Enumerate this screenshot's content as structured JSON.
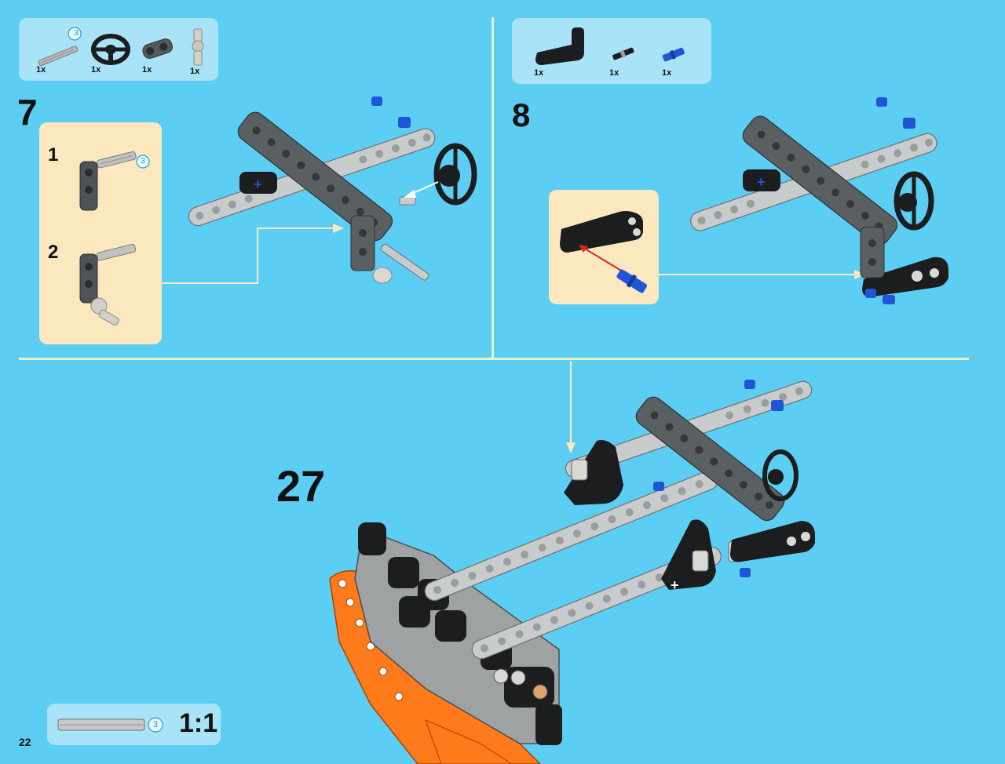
{
  "page": {
    "number": "22"
  },
  "step7": {
    "number": "7",
    "parts": [
      {
        "qty": "1x",
        "icon": "axle-3-icon",
        "badge": "3"
      },
      {
        "qty": "1x",
        "icon": "steering-wheel-icon"
      },
      {
        "qty": "1x",
        "icon": "axle-pin-connector-icon"
      },
      {
        "qty": "1x",
        "icon": "universal-joint-icon"
      }
    ],
    "substeps": [
      {
        "number": "1",
        "badge": "3"
      },
      {
        "number": "2"
      }
    ]
  },
  "step8": {
    "number": "8",
    "parts": [
      {
        "qty": "1x",
        "icon": "l-beam-icon"
      },
      {
        "qty": "1x",
        "icon": "friction-pin-icon"
      },
      {
        "qty": "1x",
        "icon": "axle-pin-blue-icon"
      }
    ]
  },
  "step27": {
    "number": "27"
  },
  "scale_box": {
    "badge": "3",
    "ratio": "1:1"
  },
  "colors": {
    "background": "#5dcef3",
    "parts_box": "#a9e3f7",
    "subassembly_box": "#fbe8bf",
    "divider": "#e6f3c7",
    "beam_dark": "#5a5f61",
    "beam_light": "#c9cccc",
    "black_part": "#1b1d1e",
    "blue_pin": "#1f55d6",
    "orange_part": "#ff7a1a"
  }
}
